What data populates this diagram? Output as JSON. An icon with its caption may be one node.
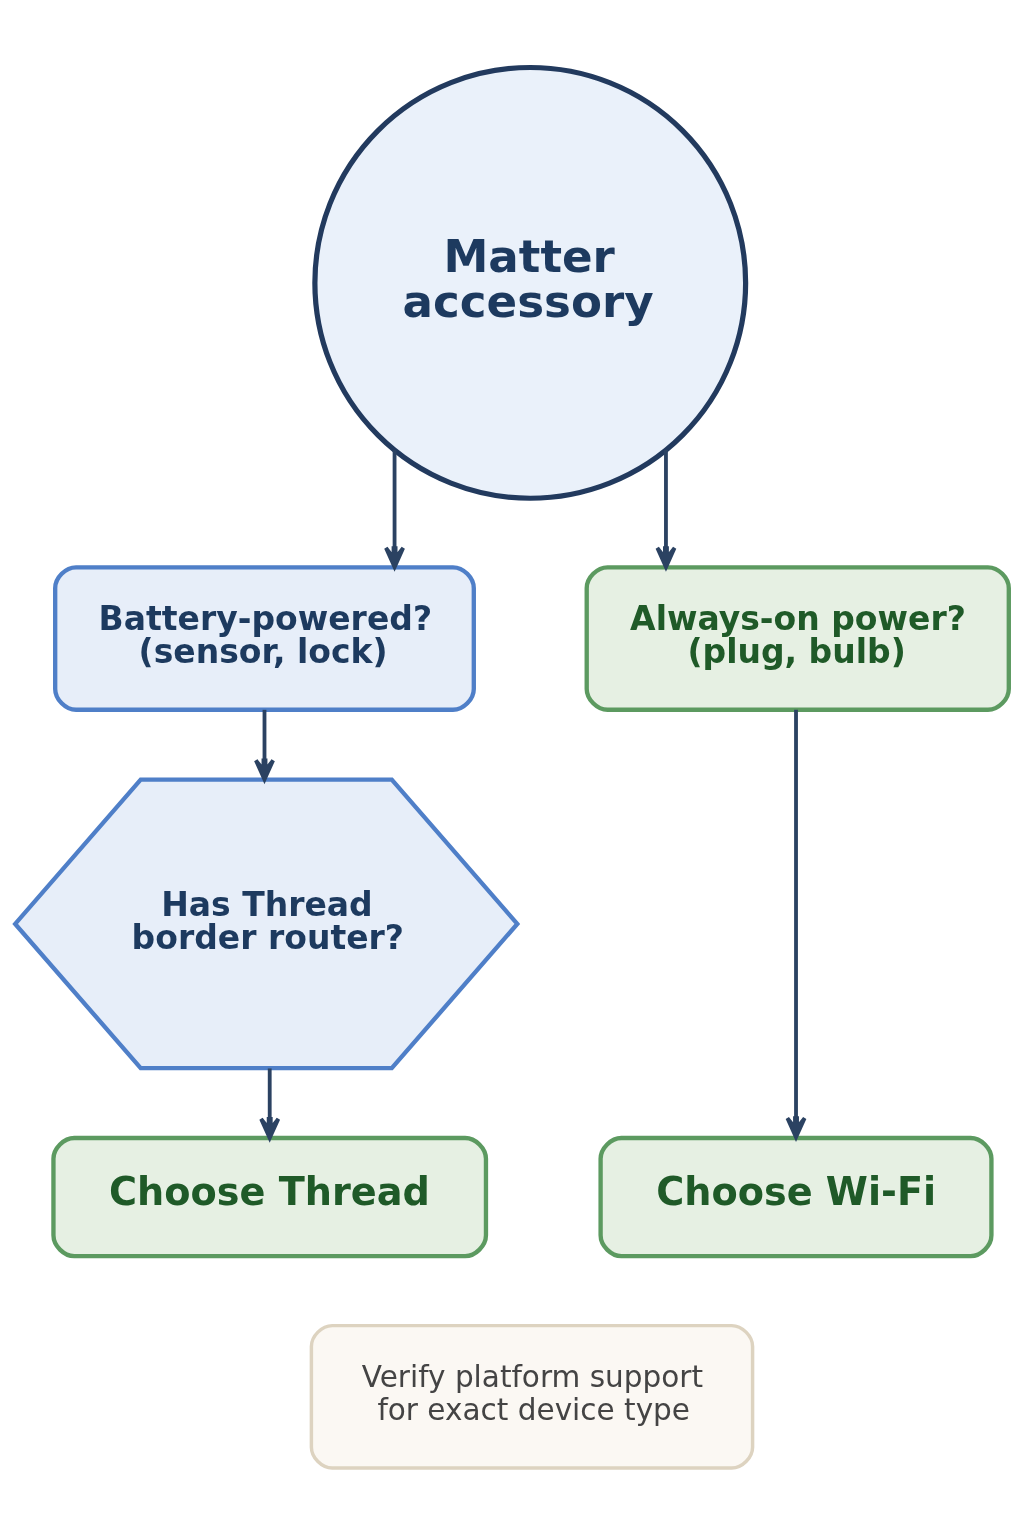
{
  "diagram": {
    "nodes": [
      {
        "text": [
          "Matter accessory"
        ]
      },
      {
        "text": [
          "Battery-powered? (sensor, lock)"
        ]
      },
      {
        "text": [
          "Always-on power? (plug, bulb)"
        ]
      },
      {
        "text": [
          "Has Thread border router?"
        ]
      },
      {
        "text": [
          "Choose Thread"
        ]
      },
      {
        "text": [
          "Choose Wi-Fi"
        ]
      },
      {
        "text": [
          "Verify platform support for exact device type"
        ]
      }
    ],
    "edges": [
      {
        "from": 0,
        "to": 1,
        "arrow": "to"
      },
      {
        "from": 0,
        "to": 2,
        "arrow": "to"
      },
      {
        "from": 1,
        "to": 3,
        "arrow": "to"
      },
      {
        "from": 3,
        "to": 4,
        "arrow": "to"
      },
      {
        "from": 2,
        "to": 5,
        "arrow": "to"
      }
    ]
  }
}
